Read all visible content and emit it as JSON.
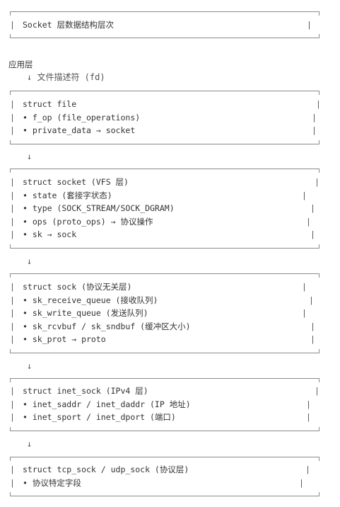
{
  "title": "Socket 层数据结构层次",
  "app_layer_label": "应用层",
  "fd_arrow": "↓ 文件描述符 (fd)",
  "arrow": "↓",
  "bar": "|",
  "boxes": [
    {
      "lines": [
        "struct file",
        "• f_op (file_operations)",
        "• private_data → socket"
      ]
    },
    {
      "lines": [
        "struct socket (VFS 层)",
        "• state (套接字状态)",
        "• type (SOCK_STREAM/SOCK_DGRAM)",
        "• ops (proto_ops) → 协议操作",
        "• sk → sock"
      ]
    },
    {
      "lines": [
        "struct sock (协议无关层)",
        "• sk_receive_queue (接收队列)",
        "• sk_write_queue (发送队列)",
        "• sk_rcvbuf / sk_sndbuf (缓冲区大小)",
        "• sk_prot → proto"
      ]
    },
    {
      "lines": [
        "struct inet_sock (IPv4 层)",
        "• inet_saddr / inet_daddr (IP 地址)",
        "• inet_sport / inet_dport (端口)"
      ]
    },
    {
      "lines": [
        "struct tcp_sock / udp_sock (协议层)",
        "• 协议特定字段"
      ]
    }
  ]
}
